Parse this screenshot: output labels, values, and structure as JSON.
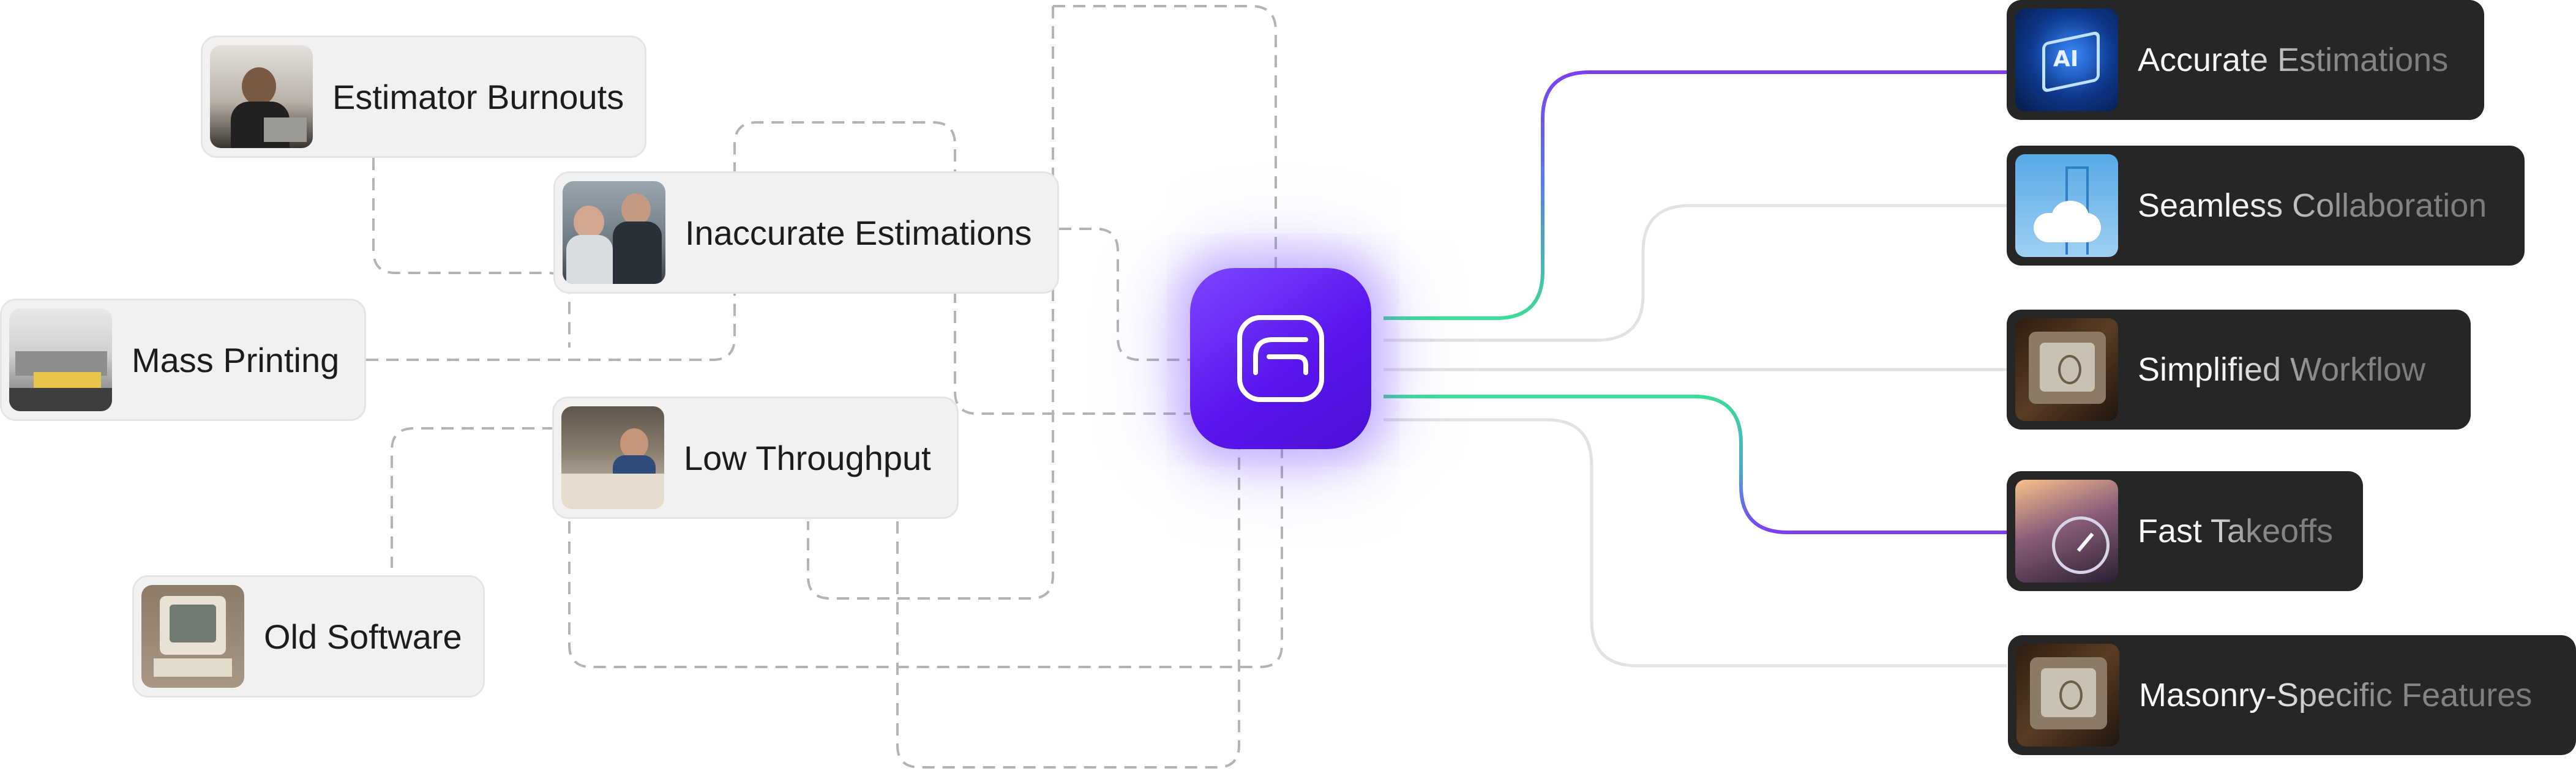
{
  "pain_points": [
    {
      "label": "Estimator Burnouts",
      "icon": "businessman-laptop-photo"
    },
    {
      "label": "Inaccurate Estimations",
      "icon": "two-men-office-photo"
    },
    {
      "label": "Mass Printing",
      "icon": "printing-machine-photo"
    },
    {
      "label": "Low Throughput",
      "icon": "paper-pile-desk-photo"
    },
    {
      "label": "Old Software",
      "icon": "retro-computer-photo"
    }
  ],
  "benefits": [
    {
      "label": "Accurate Estimations",
      "icon": "ai-chip-photo"
    },
    {
      "label": "Seamless Collaboration",
      "icon": "cloud-door-photo"
    },
    {
      "label": "Simplified Workflow",
      "icon": "retro-monitor-photo"
    },
    {
      "label": "Fast Takeoffs",
      "icon": "speedometer-photo"
    },
    {
      "label": "Masonry-Specific Features",
      "icon": "retro-monitor-photo"
    }
  ],
  "hub": {
    "icon": "brand-logo-icon"
  },
  "colors": {
    "hub": "#5a16ee",
    "benefit_card": "#262626",
    "pain_card": "#f1f1f1",
    "connector_green": "#3ddc97",
    "connector_purple": "#7b3ff2"
  }
}
